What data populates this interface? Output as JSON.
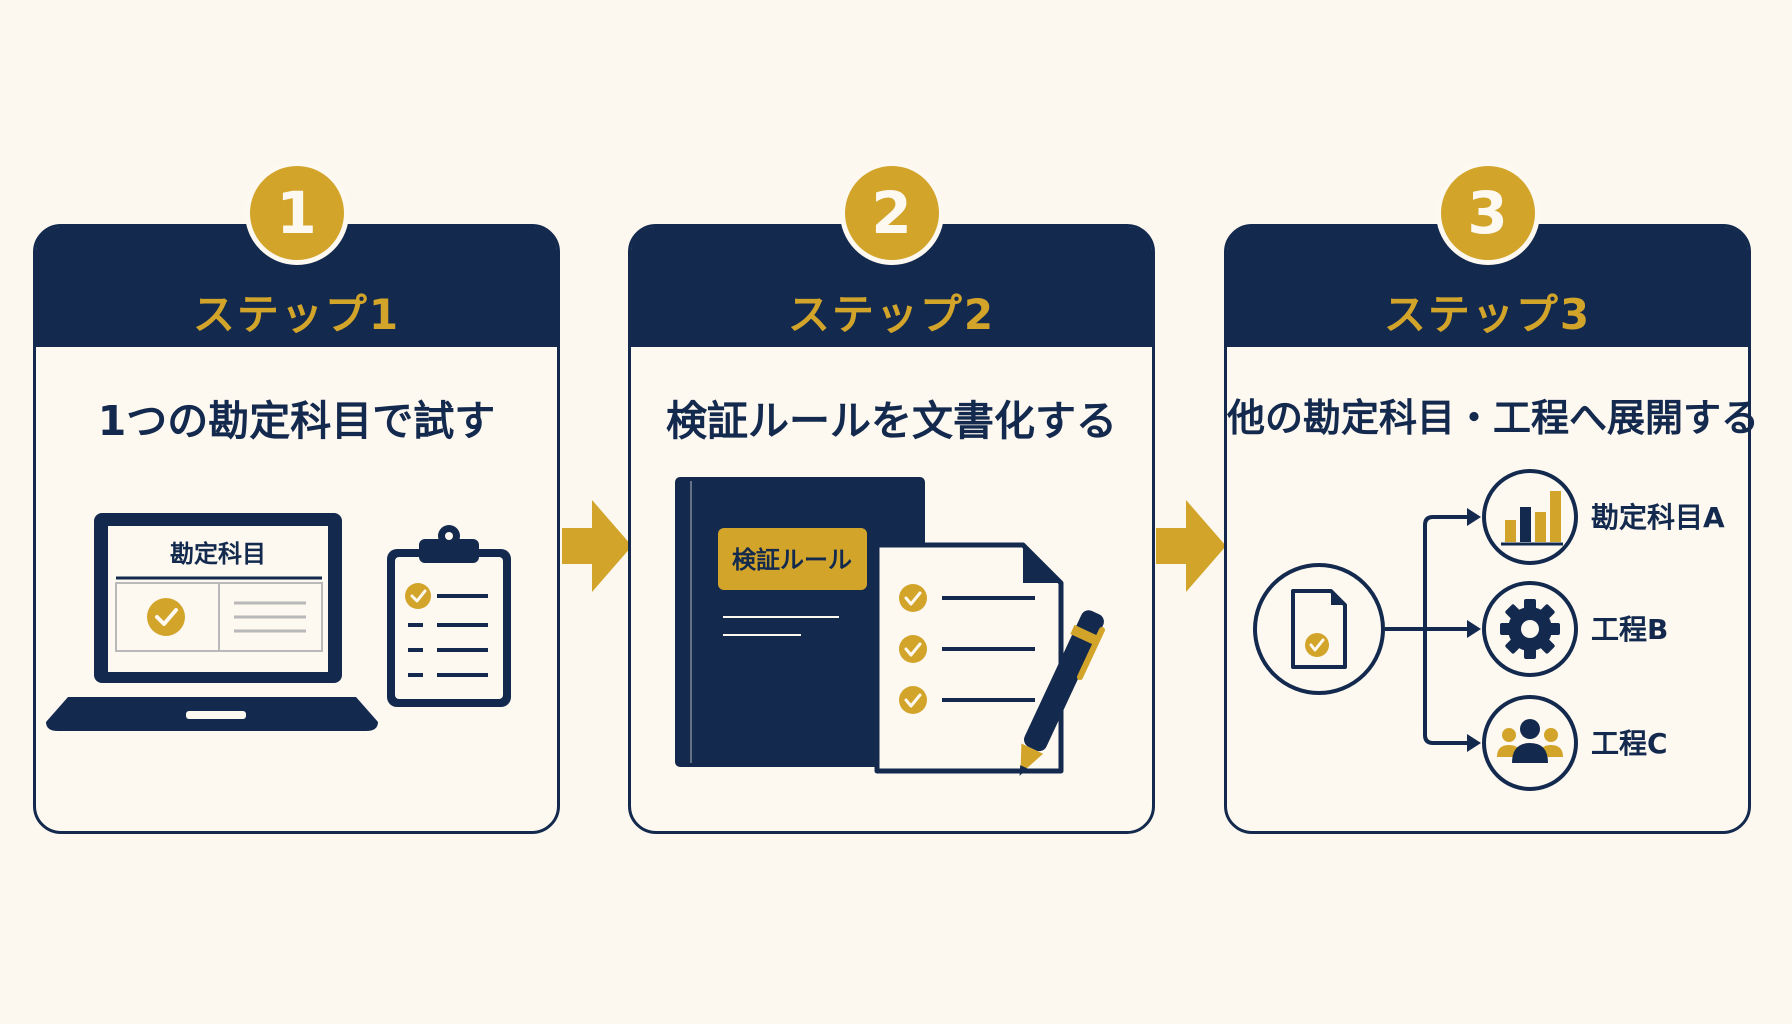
{
  "colors": {
    "navy": "#132a4e",
    "gold": "#d3a42a",
    "cream": "#fdf8f0",
    "background": "#fcf7ef"
  },
  "steps": [
    {
      "number": "1",
      "label": "ステップ1",
      "title": "1つの勘定科目で試す",
      "illustration": {
        "icons": [
          "laptop-icon",
          "clipboard-checklist-icon"
        ],
        "screen_label": "勘定科目"
      }
    },
    {
      "number": "2",
      "label": "ステップ2",
      "title": "検証ルールを文書化する",
      "illustration": {
        "icons": [
          "binder-icon",
          "checklist-document-icon",
          "pen-icon"
        ],
        "binder_label": "検証ルール"
      }
    },
    {
      "number": "3",
      "label": "ステップ3",
      "title": "他の勘定科目・工程へ展開する",
      "illustration": {
        "icons": [
          "checked-document-icon",
          "bar-chart-icon",
          "gear-icon",
          "team-icon"
        ],
        "targets": [
          {
            "label": "勘定科目A",
            "icon": "bar-chart-icon"
          },
          {
            "label": "工程B",
            "icon": "gear-icon"
          },
          {
            "label": "工程C",
            "icon": "team-icon"
          }
        ]
      }
    }
  ],
  "connectors": [
    "arrow-right-icon",
    "arrow-right-icon"
  ]
}
